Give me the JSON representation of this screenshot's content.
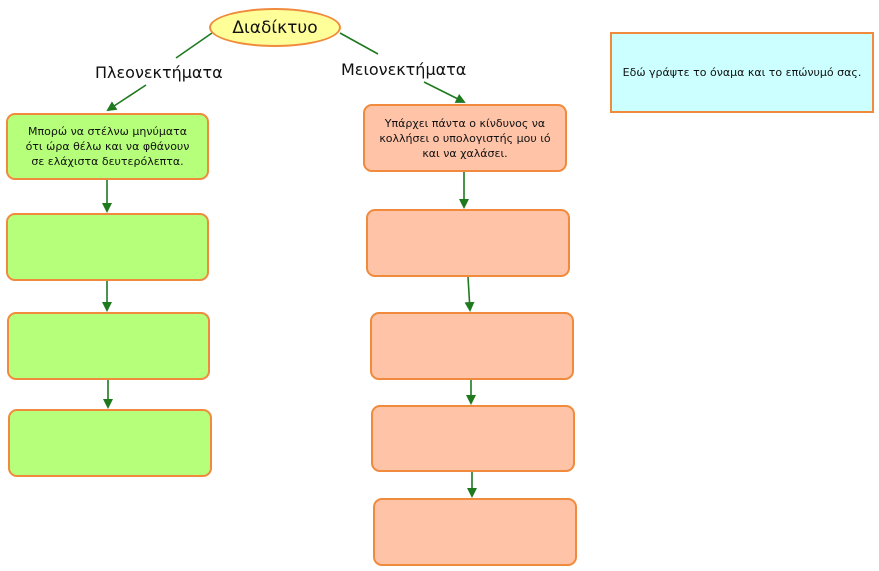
{
  "diagram": {
    "root": "Διαδίκτυο",
    "branches": {
      "pros": {
        "label": "Πλεονεκτήματα",
        "nodes": [
          "Μπορώ να στέλνω μηνύματα ότι ώρα θέλω και να φθάνουν σε ελάχιστα δευτερόλεπτα.",
          "",
          "",
          ""
        ]
      },
      "cons": {
        "label": "Μειονεκτήματα",
        "nodes": [
          "Υπάρχει πάντα ο κίνδυνος να κολλήσει ο υπολογιστής μου ιό και να χαλάσει.",
          "",
          "",
          "",
          ""
        ]
      }
    },
    "name_note": "Εδώ γράψτε το όναμα και το επώνυμό σας."
  },
  "colors": {
    "connector": "#1f7a1f",
    "border": "#f08a3c",
    "root_fill": "#ffff99",
    "pro_fill": "#b6ff7a",
    "con_fill": "#ffc3a8",
    "note_fill": "#ccffff"
  }
}
